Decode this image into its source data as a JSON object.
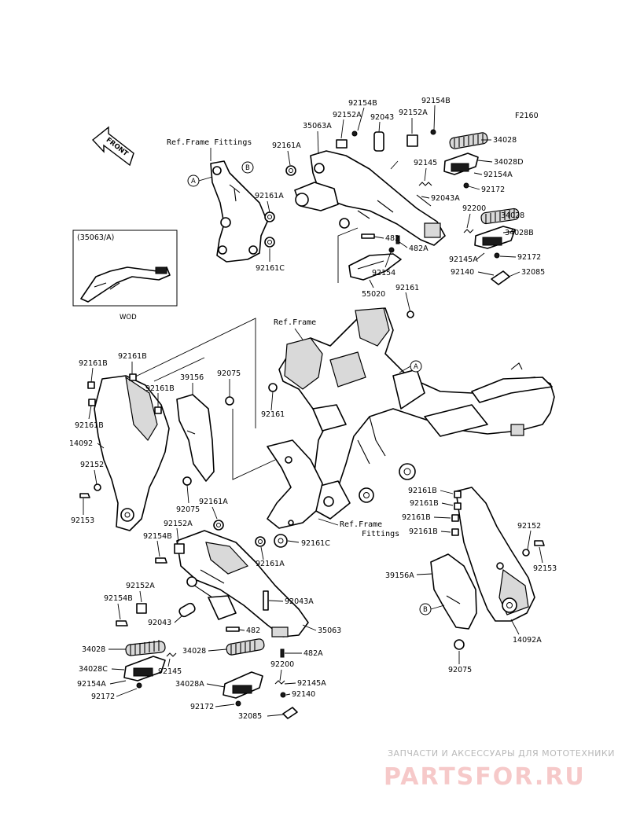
{
  "figure_code": "F2160",
  "front_label": "FRONT",
  "inset": {
    "title": "(35063/A)",
    "caption": "WOD"
  },
  "refs": {
    "frame_fittings_top": "Ref.Frame Fittings",
    "frame": "Ref.Frame",
    "frame_fittings_mid_1": "Ref.Frame",
    "frame_fittings_mid_2": "Fittings",
    "marker_a": "A",
    "marker_b": "B"
  },
  "labels": {
    "p92154B_1": "92154B",
    "p92152A_1": "92152A",
    "p92043_1": "92043",
    "p92152A_2": "92152A",
    "p92154B_2": "92154B",
    "p35063A": "35063A",
    "p92161A_1": "92161A",
    "p34028_1": "34028",
    "p34028D": "34028D",
    "p92145_1": "92145",
    "p92154A_1": "92154A",
    "p92172_1": "92172",
    "p92043A_1": "92043A",
    "p92200_1": "92200",
    "p34028_2": "34028",
    "p34028B": "34028B",
    "p92161A_2": "92161A",
    "p482_1": "482",
    "p482A_1": "482A",
    "p92145A_1": "92145A",
    "p92172_2": "92172",
    "p92140_1": "92140",
    "p32085_1": "32085",
    "p92161C_1": "92161C",
    "p92154_1": "92154",
    "p55020": "55020",
    "p92161_1": "92161",
    "p92161B_1": "92161B",
    "p92161B_2": "92161B",
    "p92161B_3": "92161B",
    "p92161B_4": "92161B",
    "p39156": "39156",
    "p92075_1": "92075",
    "p92161_2": "92161",
    "p14092": "14092",
    "p92152_1": "92152",
    "p92153_1": "92153",
    "p92075_2": "92075",
    "p92161A_3": "92161A",
    "p92152A_3": "92152A",
    "p92154B_3": "92154B",
    "p92161A_4": "92161A",
    "p92161C_2": "92161C",
    "p92161B_5": "92161B",
    "p92161B_6": "92161B",
    "p92161B_7": "92161B",
    "p92161B_8": "92161B",
    "p92152_2": "92152",
    "p92153_2": "92153",
    "p39156A": "39156A",
    "p14092A": "14092A",
    "p92075_3": "92075",
    "p92152A_4": "92152A",
    "p92154B_4": "92154B",
    "p92043A_2": "92043A",
    "p92043_2": "92043",
    "p482_2": "482",
    "p35063": "35063",
    "p34028_3": "34028",
    "p34028_4": "34028",
    "p482A_2": "482A",
    "p34028C": "34028C",
    "p92145_2": "92145",
    "p92200_2": "92200",
    "p92154A_2": "92154A",
    "p34028A": "34028A",
    "p92145A_2": "92145A",
    "p92172_3": "92172",
    "p92140_2": "92140",
    "p92172_4": "92172",
    "p32085_2": "32085"
  },
  "watermark": {
    "tagline": "ЗАПЧАСТИ И АКСЕССУАРЫ ДЛЯ МОТОТЕХНИКИ",
    "logo": "PARTSFOR.RU"
  }
}
